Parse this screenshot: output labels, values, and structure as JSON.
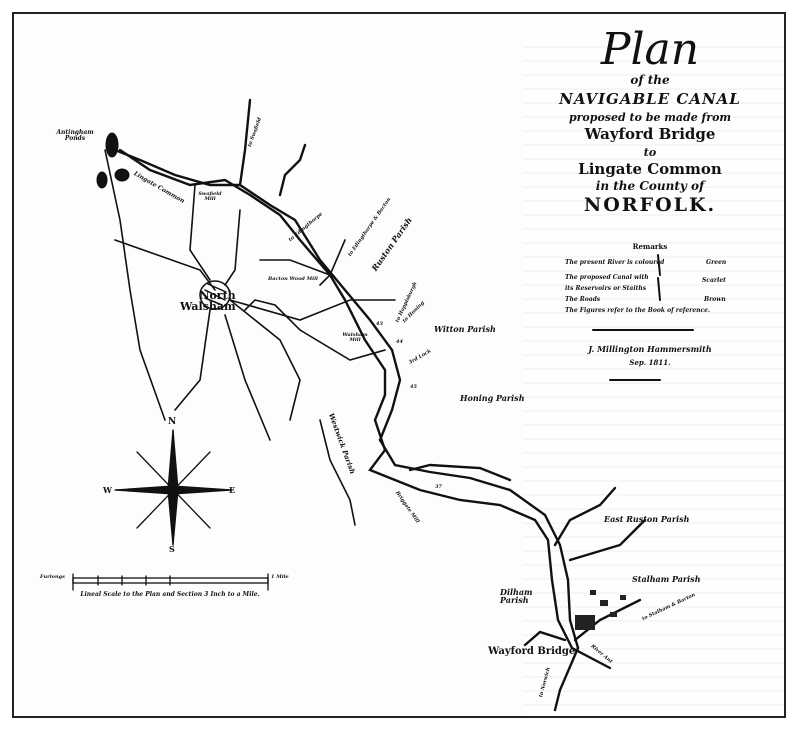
{
  "title_block": {
    "plan": "Plan",
    "of_the": "of the",
    "heading": "NAVIGABLE CANAL",
    "proposed": "proposed to be made from",
    "from": "Wayford Bridge",
    "to": "to",
    "destination": "Lingate Common",
    "county_prefix": "in the County of",
    "county": "NORFOLK."
  },
  "remarks": {
    "heading": "Remarks",
    "rows": [
      {
        "text": "The present River is coloured",
        "color": "Green"
      },
      {
        "text": "The proposed Canal with its Reservoirs or Staiths",
        "color": "Scarlet"
      },
      {
        "text": "The Roads",
        "color": "Brown"
      },
      {
        "text": "The Figures refer to the Book of reference.",
        "color": ""
      }
    ],
    "surveyor": "J. Millington Hammersmith",
    "date": "Sep. 1811."
  },
  "places": {
    "antingham": "Antingham Ponds",
    "lingate": "Lingate Common",
    "swafield": "Swafield Mill",
    "north_walsham": [
      "North",
      "Walsham"
    ],
    "bacton_wood": "Bacton Wood Mill",
    "walsham_mill": "Walsham Mill",
    "ruston": "Ruston Parish",
    "witton": "Witton Parish",
    "honing": "Honing Parish",
    "westwick": "Westwick Parish",
    "briggate": "Briggate Mill",
    "east_ruston": "East Ruston Parish",
    "dilham": [
      "Dilham",
      "Parish"
    ],
    "stalham": "Stalham Parish",
    "wayford": "Wayford Bridge",
    "to_swafield": "to Swafield",
    "to_edingthorpe": "to Edingthorpe",
    "to_edingthorpe_bacton": "to Edingthorpe & Bacton",
    "to_happisburgh": "to Happisburgh",
    "to_honing": "to Honing",
    "to_stalham": "to Stalham & Barton",
    "to_norwich": "to Norwich",
    "river_ant": "River Ant",
    "lock_3rd": "3rd Lock",
    "numbers": [
      "43",
      "44",
      "45",
      "37"
    ]
  },
  "compass": {
    "n": "N",
    "s": "S",
    "e": "E",
    "w": "W"
  },
  "scale": {
    "left": "Furlongs",
    "right": "1 Mile",
    "caption": "Lineal Scale to the Plan and Section 3 Inch to a Mile."
  }
}
